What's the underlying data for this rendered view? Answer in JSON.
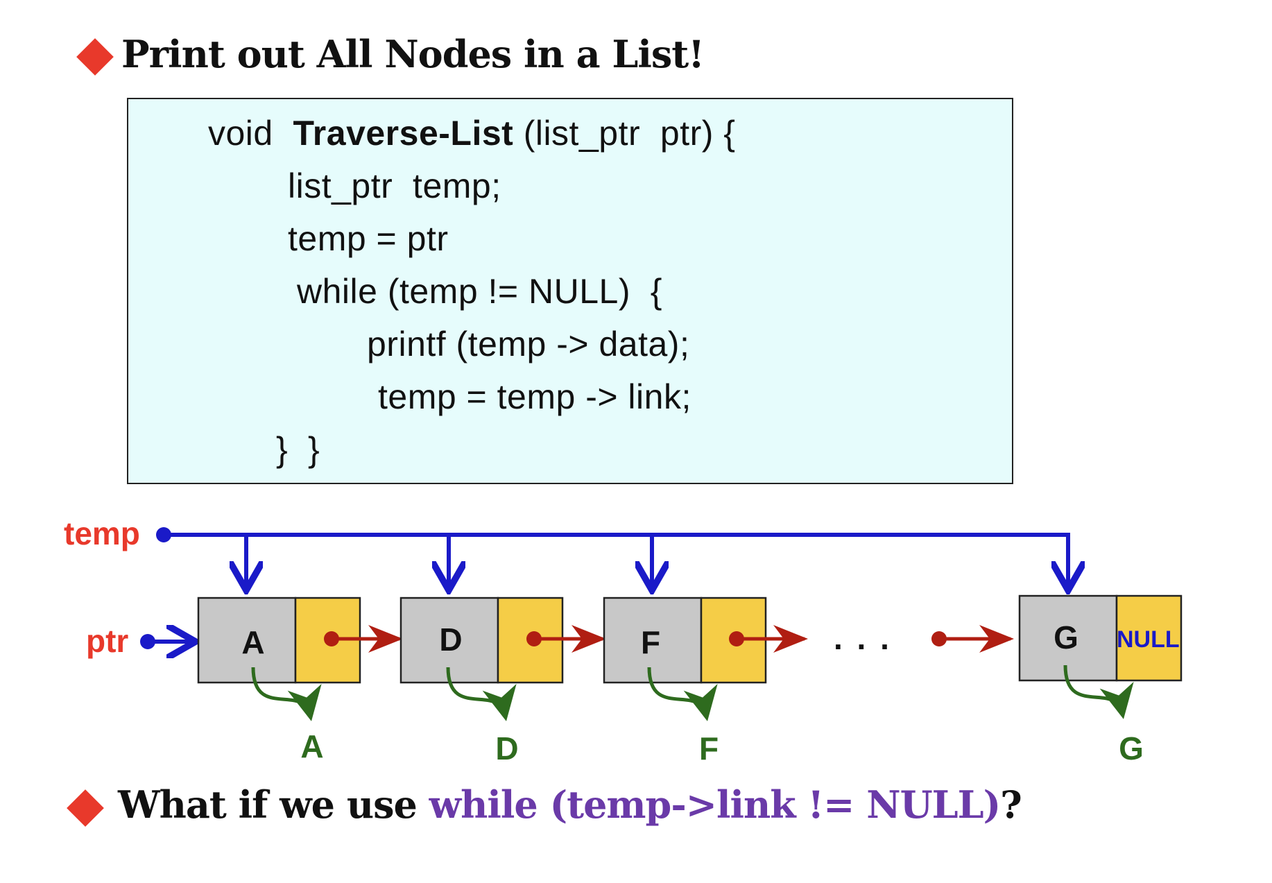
{
  "title": "Print out All Nodes in a List!",
  "code": {
    "l1_pre": "void  ",
    "l1_fn": "Traverse-List",
    "l1_post": " (list_ptr  ptr) {",
    "l2": "list_ptr  temp;",
    "l3": "temp = ptr",
    "l4": "while (temp != NULL)  {",
    "l5": "printf (temp -> data);",
    "l6": "temp = temp -> link;",
    "l7": "}  }"
  },
  "diagram": {
    "temp_label": "temp",
    "ptr_label": "ptr",
    "nodes": [
      "A",
      "D",
      "F",
      "G"
    ],
    "null_label": "NULL",
    "ellipsis": ". . .",
    "outputs": [
      "A",
      "D",
      "F",
      "G"
    ],
    "colors": {
      "pointer": "#1a1ac8",
      "link": "#b01e12",
      "output": "#2e6b1e",
      "label": "#e8392b",
      "node_data": "#c8c8c8",
      "node_link": "#f5cd47"
    }
  },
  "question": {
    "pre": "What if we use ",
    "code": "while (temp->link != NULL)",
    "post": "?"
  }
}
